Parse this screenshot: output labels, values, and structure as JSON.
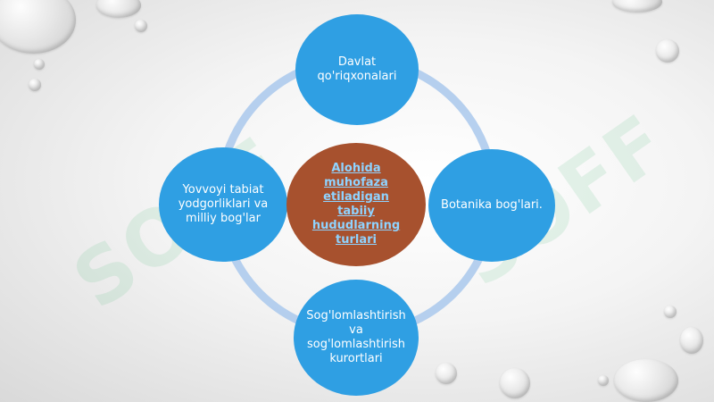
{
  "diagram": {
    "center": "Alohida muhofaza etiladigan tabiiy hududlarning turlari",
    "nodes": {
      "top": "Davlat qo'riqxonalari",
      "right": "Botanika bog'lari.",
      "bottom": "Sog'lomlashtirish va sog'lomlashtirish kurortlari",
      "left": "Yovvoyi tabiat yodgorliklari va milliy bog'lar"
    }
  },
  "colors": {
    "node": "#2f9fe3",
    "center": "#a7512e",
    "center_text": "#8fd3ff",
    "ring": "#a9c8ec"
  },
  "watermark": {
    "text": "SOFF"
  }
}
